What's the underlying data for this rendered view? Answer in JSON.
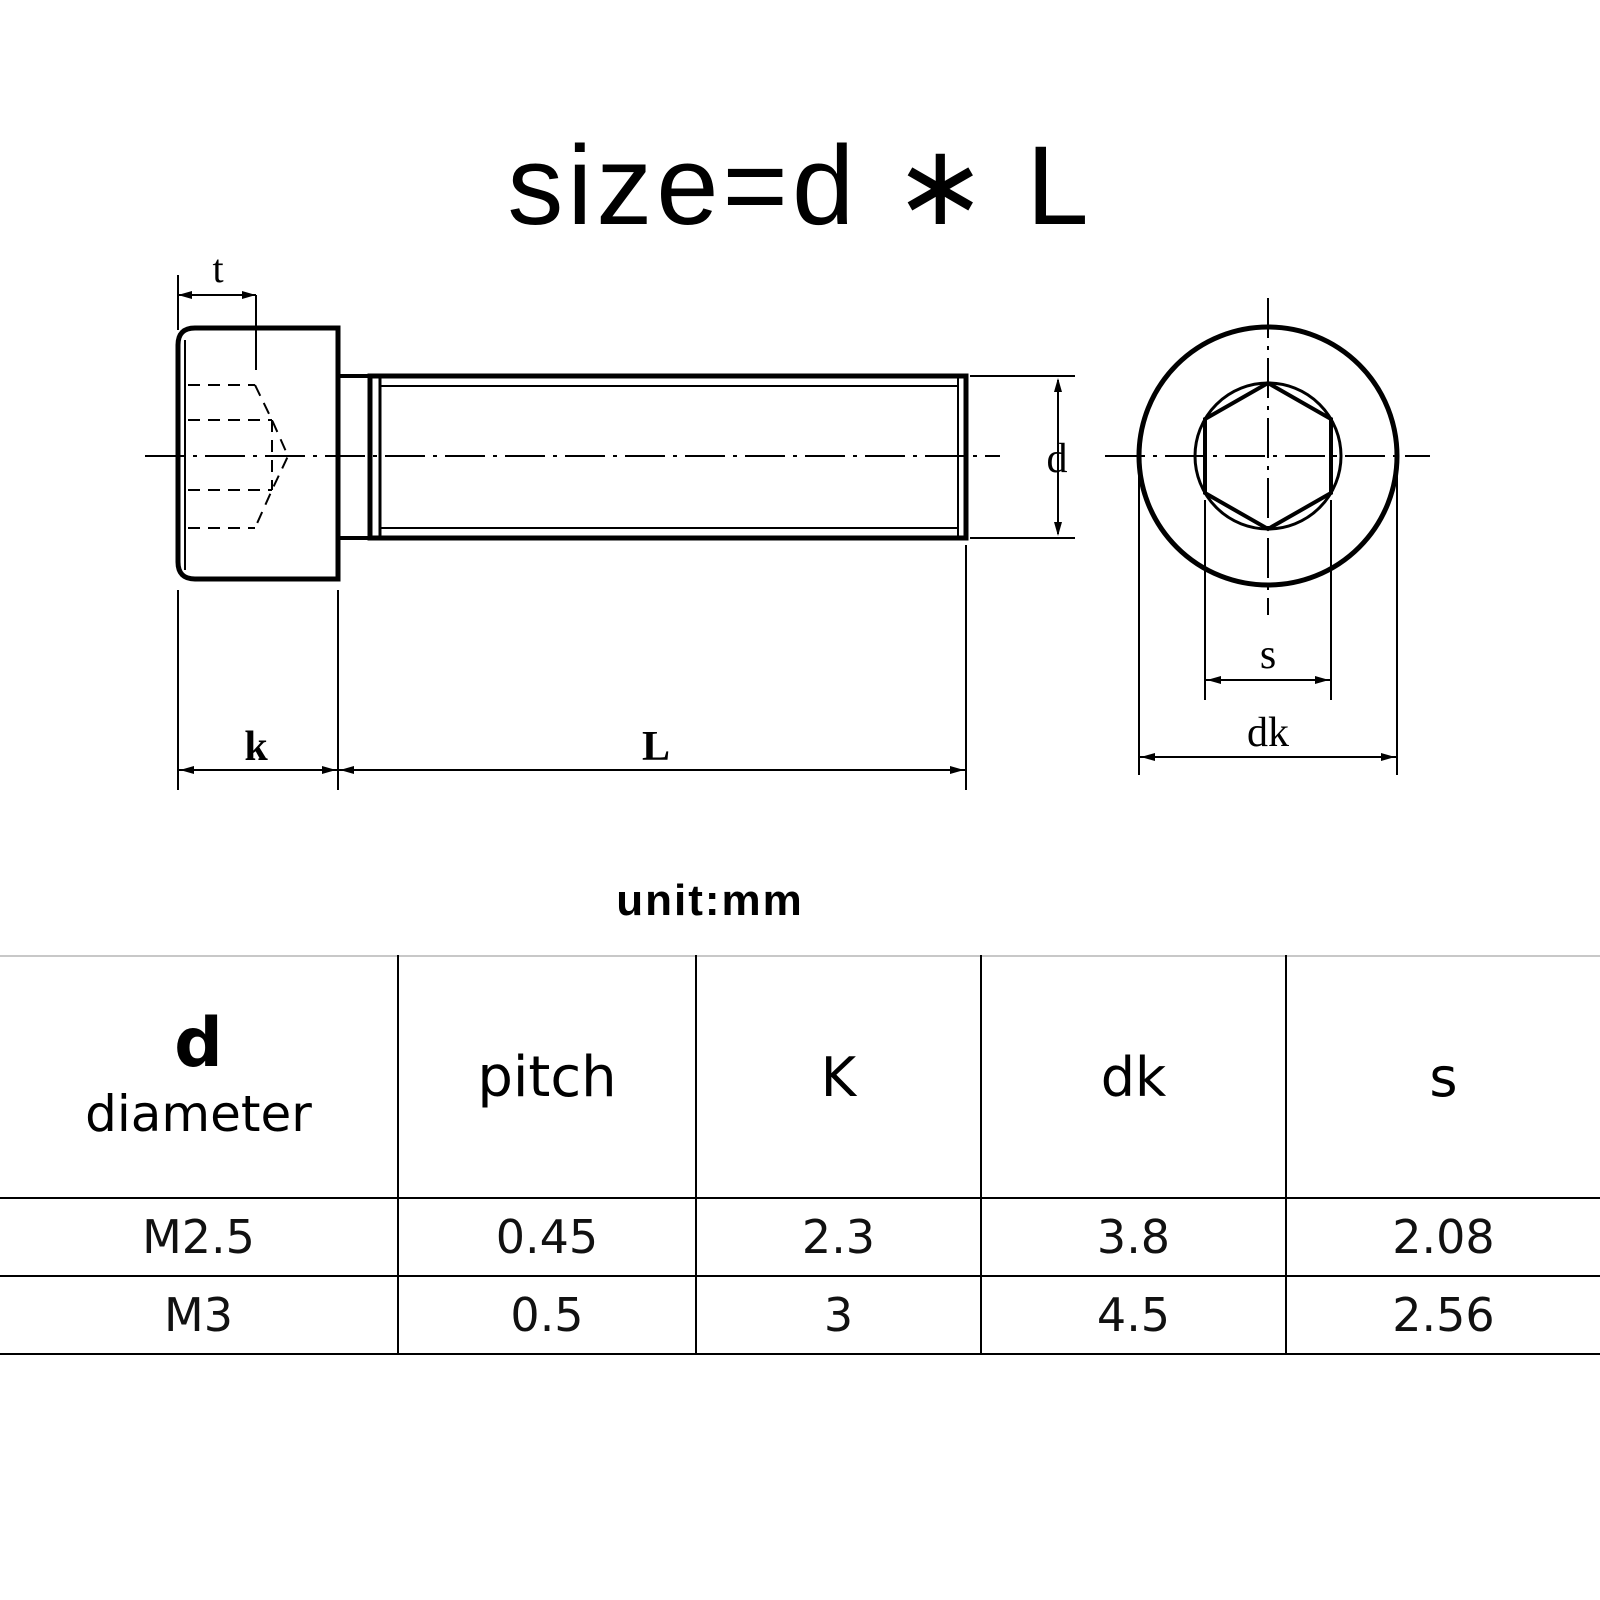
{
  "title": "size=d ∗ L",
  "drawing": {
    "labels": {
      "t": "t",
      "d": "d",
      "k": "k",
      "L": "L",
      "s": "s",
      "dk": "dk"
    }
  },
  "unit": "unit:mm",
  "table": {
    "headers": {
      "d_main": "d",
      "d_sub": "diameter",
      "pitch": "pitch",
      "K": "K",
      "dk": "dk",
      "s": "s"
    },
    "rows": [
      [
        "M2.5",
        "0.45",
        "2.3",
        "3.8",
        "2.08"
      ],
      [
        "M3",
        "0.5",
        "3",
        "4.5",
        "2.56"
      ]
    ]
  }
}
